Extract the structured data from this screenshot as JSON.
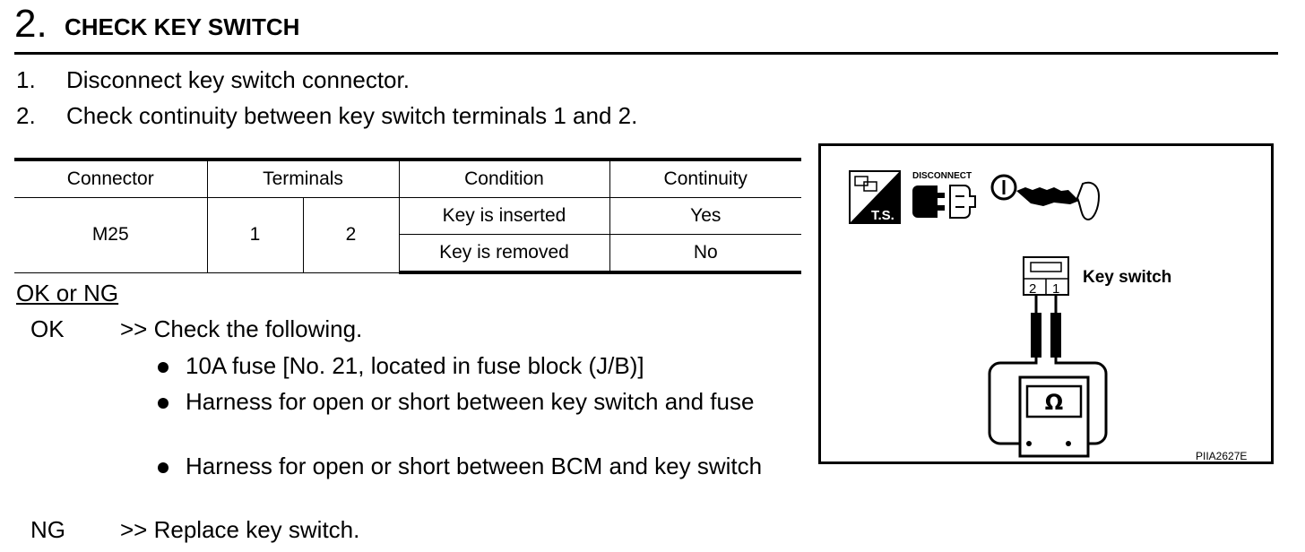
{
  "step": {
    "number": "2.",
    "title": "CHECK KEY SWITCH"
  },
  "instructions": [
    {
      "n": "1.",
      "text": "Disconnect key switch connector."
    },
    {
      "n": "2.",
      "text": "Check continuity between key switch terminals 1 and 2."
    }
  ],
  "table": {
    "headers": [
      "Connector",
      "Terminals",
      "Condition",
      "Continuity"
    ],
    "connector": "M25",
    "terminal_a": "1",
    "terminal_b": "2",
    "rows": [
      {
        "condition": "Key is inserted",
        "continuity": "Yes"
      },
      {
        "condition": "Key is removed",
        "continuity": "No"
      }
    ]
  },
  "result": {
    "heading": "OK or NG",
    "ok_label": "OK",
    "ok_text": ">> Check the following.",
    "bullets": [
      "10A fuse [No. 21, located in fuse block (J/B)]",
      "Harness for open or short between key switch and fuse",
      "Harness for open or short between BCM and key switch"
    ],
    "ng_label": "NG",
    "ng_text": ">> Replace key switch."
  },
  "figure": {
    "ts_label": "T.S.",
    "disconnect_label": "DISCONNECT",
    "key_switch_label": "Key switch",
    "pin_left": "2",
    "pin_right": "1",
    "ohm_symbol": "Ω",
    "figure_code": "PIIA2627E"
  }
}
